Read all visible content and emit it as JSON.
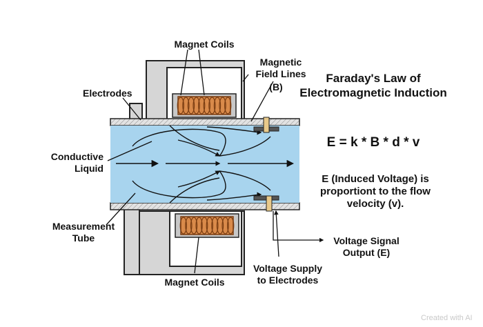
{
  "labels": {
    "magnet_coils_top": "Magnet Coils",
    "magnetic_field_lines": [
      "Magnetic",
      "Field Lines"
    ],
    "b_symbol": "(B)",
    "electrodes": "Electrodes",
    "conductive_liquid": [
      "Conductive",
      "Liquid"
    ],
    "measurement_tube": [
      "Measurement",
      "Tube"
    ],
    "magnet_coils_bottom": "Magnet Coils",
    "voltage_supply": [
      "Voltage Supply",
      "to Electrodes"
    ],
    "voltage_signal": [
      "Voltage Signal",
      "Output (E)"
    ]
  },
  "law": {
    "title": [
      "Faraday's Law of",
      "Electromagnetic Induction"
    ],
    "equation": "E = k * B * d * v",
    "description": [
      "E (Induced Voltage) is",
      "proportiont to the flow",
      "velocity (v)."
    ]
  },
  "watermark": "Created with AI",
  "colors": {
    "liquid": "#a8d4ee",
    "housing": "#d6d6d6",
    "coil": "#d98a4a",
    "electrode": "#e8c98a",
    "line": "#111111"
  }
}
